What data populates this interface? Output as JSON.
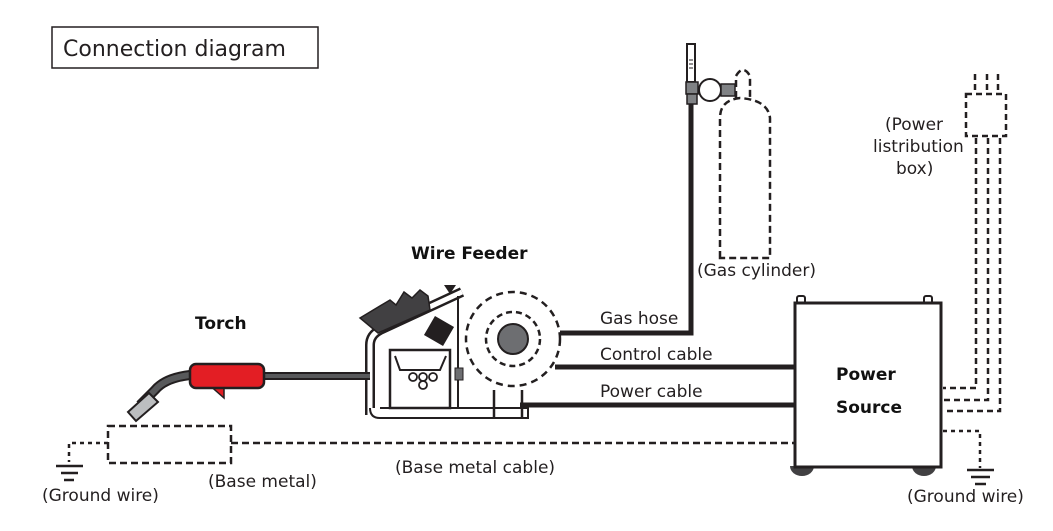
{
  "title": "Connection diagram",
  "components": {
    "torch": "Torch",
    "wire_feeder": "Wire Feeder",
    "power_source": [
      "Power",
      "Source"
    ],
    "gas_cylinder": "(Gas cylinder)",
    "power_distribution_box": [
      "(Power",
      "listribution",
      "box)"
    ],
    "base_metal": "(Base metal)"
  },
  "cables": {
    "gas_hose": "Gas hose",
    "control_cable": "Control cable",
    "power_cable": "Power cable",
    "base_metal_cable": "(Base metal cable)"
  },
  "grounds": {
    "left": "(Ground wire)",
    "right": "(Ground wire)"
  },
  "colors": {
    "line": "#231f20",
    "torch_handle": "#e31e24",
    "torch_hose": "#58595b",
    "feeder_dark": "#414042",
    "roll_fill": "#6d6e71"
  }
}
